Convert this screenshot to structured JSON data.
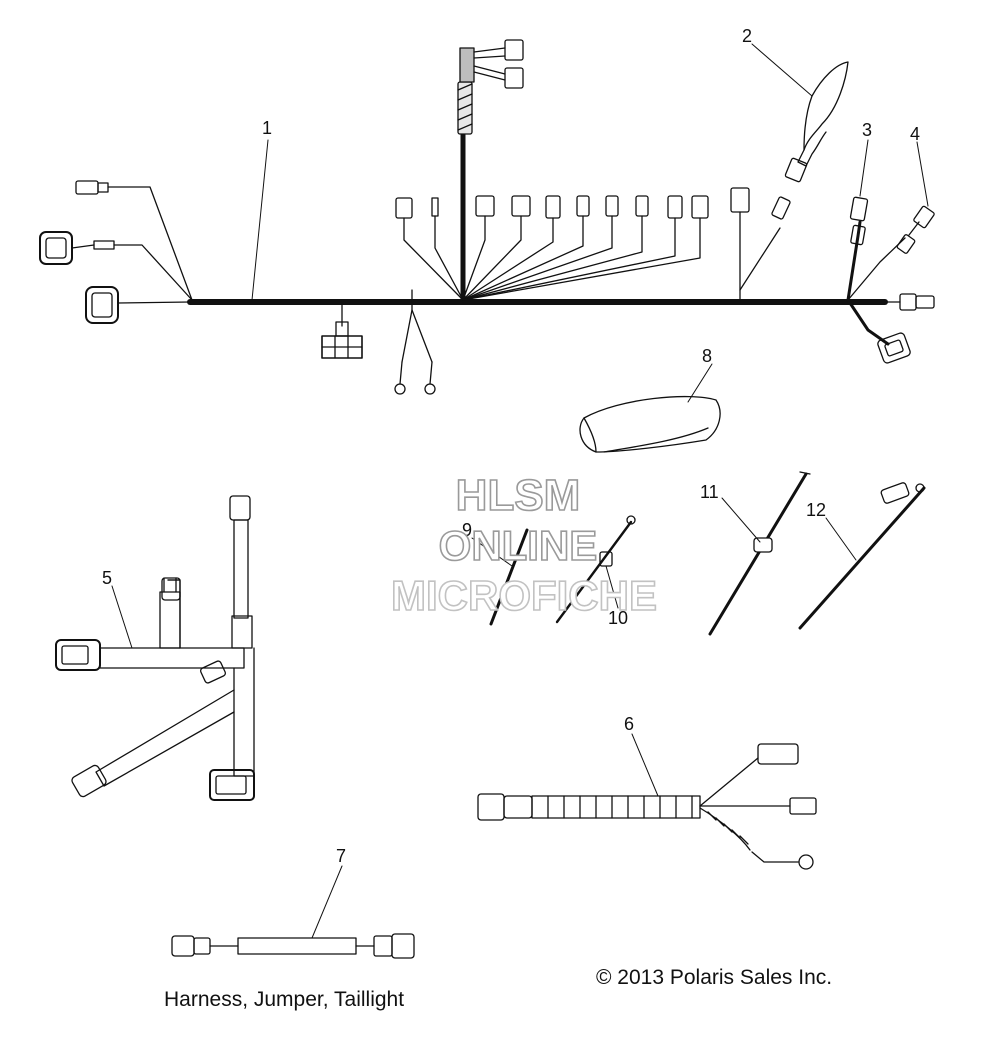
{
  "callouts": [
    "1",
    "2",
    "3",
    "4",
    "5",
    "6",
    "7",
    "8",
    "9",
    "10",
    "11",
    "12"
  ],
  "watermark": {
    "line1": "HLSM",
    "line2": "ONLINE",
    "line3": "MICROFICHE"
  },
  "copyright": "© 2013 Polaris Sales Inc.",
  "caption": "Harness, Jumper, Taillight",
  "colors": {
    "line": "#111111",
    "watermark_stroke": "#9a9a9a"
  }
}
